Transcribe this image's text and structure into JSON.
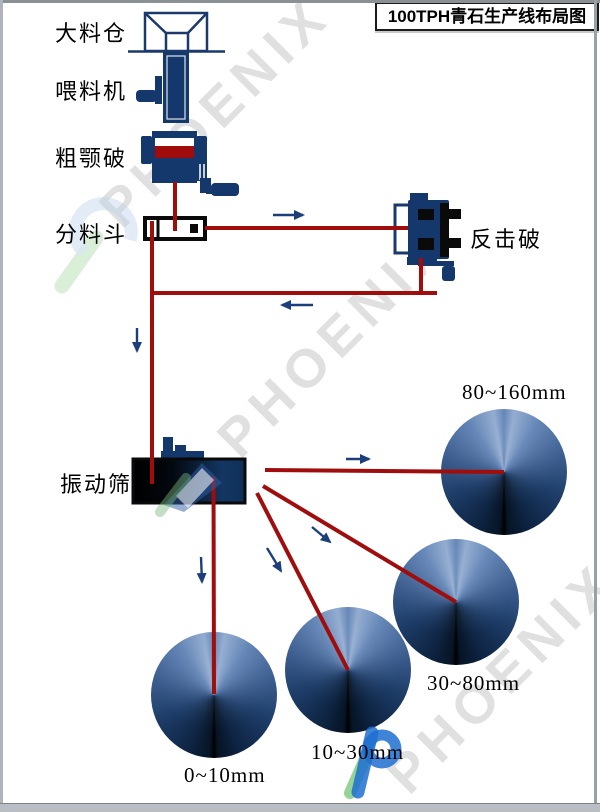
{
  "title": "100TPH青石生产线布局图",
  "watermark": {
    "text": "PHOENIX"
  },
  "labels": {
    "silo": "大料仓",
    "feeder": "喂料机",
    "jaw_crusher": "粗颚破",
    "splitter": "分料斗",
    "impact_crusher": "反击破",
    "vibrating_screen": "振动筛"
  },
  "outputs": [
    {
      "label": "80~160mm"
    },
    {
      "label": "30~80mm"
    },
    {
      "label": "10~30mm"
    },
    {
      "label": "0~10mm"
    }
  ],
  "colors": {
    "machine_navy": "#14386b",
    "flow_line_red": "#a00d0d",
    "crusher_band_red": "#a00c0c",
    "arrow_blue": "#1c3f7c",
    "splitter_black": "#0a0a0a",
    "pile_light_blue": "#8fa9cf",
    "pile_dark_blue": "#0a1a30"
  }
}
